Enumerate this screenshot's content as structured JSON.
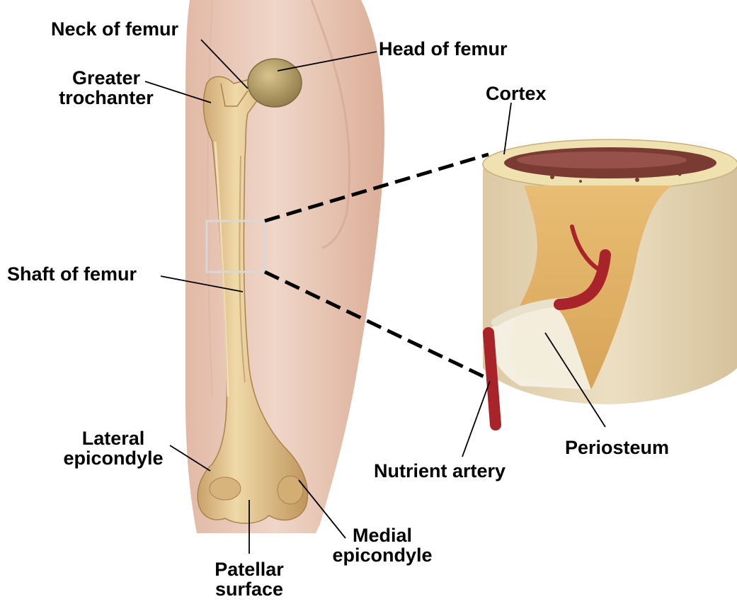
{
  "labels": {
    "neck_of_femur": "Neck of femur",
    "head_of_femur": "Head of femur",
    "greater_trochanter_1": "Greater",
    "greater_trochanter_2": "trochanter",
    "cortex": "Cortex",
    "shaft_of_femur": "Shaft of femur",
    "lateral_epicondyle_1": "Lateral",
    "lateral_epicondyle_2": "epicondyle",
    "nutrient_artery": "Nutrient artery",
    "periosteum": "Periosteum",
    "medial_epicondyle_1": "Medial",
    "medial_epicondyle_2": "epicondyle",
    "patellar_surface_1": "Patellar",
    "patellar_surface_2": "surface"
  },
  "colors": {
    "skin": "#e8c7b6",
    "bone": "#e3c590",
    "bone_shadow": "#b8935a",
    "femoral_head": "#b9a26a",
    "marrow": "#7a3b33",
    "cortex_rim": "#efe2b0",
    "canal": "#e0b063",
    "artery": "#a8242a",
    "periosteum": "#f4f0e3",
    "leader_line": "#000000",
    "zoom_box": "#d8d8d8"
  }
}
